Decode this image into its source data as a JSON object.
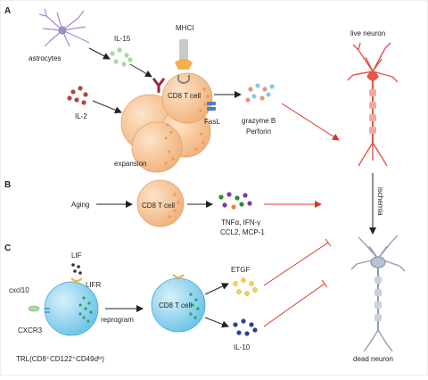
{
  "panels": {
    "a": "A",
    "b": "B",
    "c": "C"
  },
  "labels": {
    "astrocytes": "astrocytes",
    "il15": "IL-15",
    "mhci": "MHCI",
    "il2": "IL-2",
    "cd8_a": "CD8 T cell",
    "fasl": "FasL",
    "expansion": "expansion",
    "granzyme": "grazyme B",
    "perforin": "Perforin",
    "live_neuron": "live neuron",
    "aging": "Aging",
    "cd8_b": "CD8 T cell",
    "cytokines1": "TNFα, IFN-γ",
    "cytokines2": "CCL2, MCP-1",
    "ischemia": "ischemia",
    "lif": "LIF",
    "lifr": "LIFR",
    "cxcl10": "cxcl10",
    "cxcr3": "CXCR3",
    "reprogram": "reprogram",
    "cd8_c": "CD8 T cell",
    "etgf": "ETGF",
    "il10": "IL-10",
    "trl": "TRL(CD8⁺CD122⁺CD49dˡᵒ)",
    "dead_neuron": "dead neuron"
  },
  "colors": {
    "frame": "#eeeeee",
    "cell_orange": "#f6c69a",
    "cell_blue": "#9ed8f0",
    "arrow_red": "#d9362b",
    "astrocyte": "#a48ad0",
    "neuron_live": "#e1574a",
    "neuron_dead": "#8f9db0"
  }
}
